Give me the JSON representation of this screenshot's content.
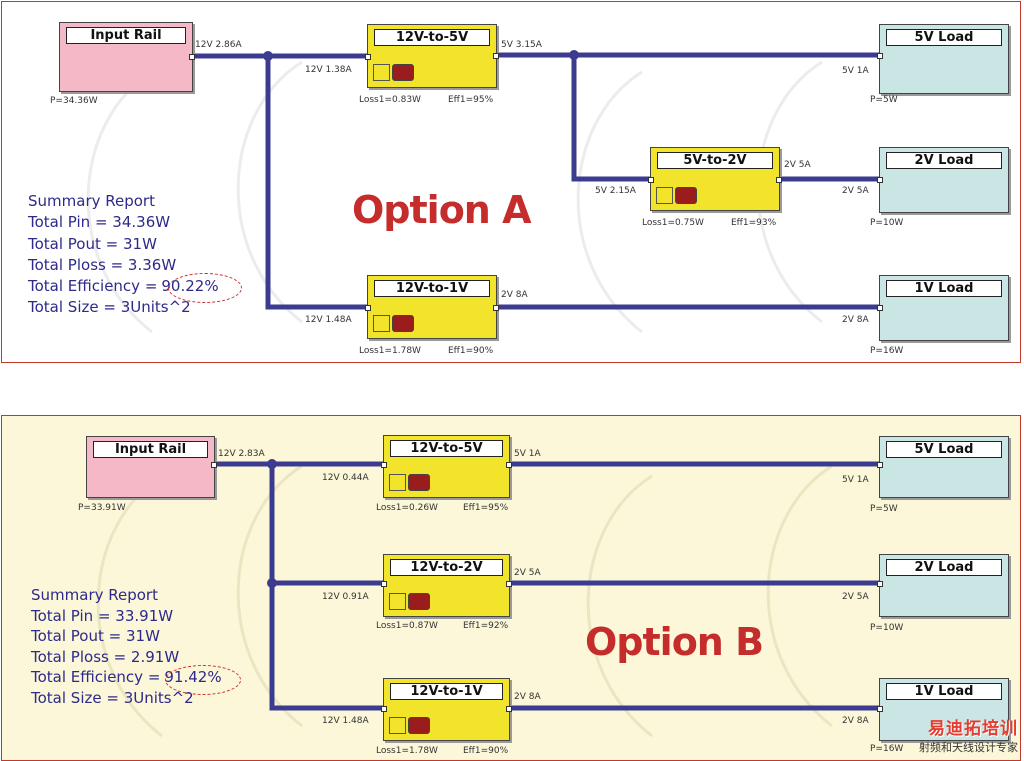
{
  "option_a": {
    "heading": "Option A",
    "blocks": {
      "input_rail": "Input Rail",
      "c_12v_5v": "12V-to-5V",
      "c_5v_2v": "5V-to-2V",
      "c_12v_1v": "12V-to-1V",
      "load_5v": "5V Load",
      "load_2v": "2V Load",
      "load_1v": "1V Load"
    },
    "labels": {
      "input_out": "12V 2.86A",
      "input_power": "P=34.36W",
      "c1_in": "12V 1.38A",
      "c1_out": "5V 3.15A",
      "c1_loss": "Loss1=0.83W",
      "c1_eff": "Eff1=95%",
      "c2_in": "5V 2.15A",
      "c2_out": "2V 5A",
      "c2_loss": "Loss1=0.75W",
      "c2_eff": "Eff1=93%",
      "c3_in": "12V 1.48A",
      "c3_out": "2V 8A",
      "c3_loss": "Loss1=1.78W",
      "c3_eff": "Eff1=90%",
      "l1_in": "5V 1A",
      "l1_power": "P=5W",
      "l2_in": "2V 5A",
      "l2_power": "P=10W",
      "l3_in": "2V 8A",
      "l3_power": "P=16W"
    },
    "summary": {
      "title": "Summary Report",
      "pin": "Total Pin = 34.36W",
      "pout": "Total Pout = 31W",
      "ploss": "Total Ploss = 3.36W",
      "efficiency_label": "Total Efficiency =",
      "efficiency_value": "90.22%",
      "size": "Total Size = 3Units^2"
    }
  },
  "option_b": {
    "heading": "Option B",
    "blocks": {
      "input_rail": "Input Rail",
      "c_12v_5v": "12V-to-5V",
      "c_12v_2v": "12V-to-2V",
      "c_12v_1v": "12V-to-1V",
      "load_5v": "5V Load",
      "load_2v": "2V Load",
      "load_1v": "1V Load"
    },
    "labels": {
      "input_out": "12V 2.83A",
      "input_power": "P=33.91W",
      "c1_in": "12V 0.44A",
      "c1_out": "5V 1A",
      "c1_loss": "Loss1=0.26W",
      "c1_eff": "Eff1=95%",
      "c2_in": "12V 0.91A",
      "c2_out": "2V 5A",
      "c2_loss": "Loss1=0.87W",
      "c2_eff": "Eff1=92%",
      "c3_in": "12V 1.48A",
      "c3_out": "2V 8A",
      "c3_loss": "Loss1=1.78W",
      "c3_eff": "Eff1=90%",
      "l1_in": "5V 1A",
      "l1_power": "P=5W",
      "l2_in": "2V 5A",
      "l2_power": "P=10W",
      "l3_in": "2V 8A",
      "l3_power": "P=16W"
    },
    "summary": {
      "title": "Summary Report",
      "pin": "Total Pin = 33.91W",
      "pout": "Total Pout = 31W",
      "ploss": "Total Ploss = 2.91W",
      "efficiency_label": "Total Efficiency =",
      "efficiency_value": "91.42%",
      "size": "Total Size = 3Units^2"
    }
  },
  "watermark": {
    "logo": "易迪拓培训",
    "subtitle": "射频和天线设计专家"
  },
  "colors": {
    "wire": "#3b3b8f",
    "source_block": "#f5b8c7",
    "converter_block": "#f1e42a",
    "load_block": "#c9e6e4",
    "summary_text": "#2d2a8a",
    "option_heading": "#c52c2c",
    "panel_border": "#c0392b",
    "panel_b_background": "#fbf7d8"
  }
}
